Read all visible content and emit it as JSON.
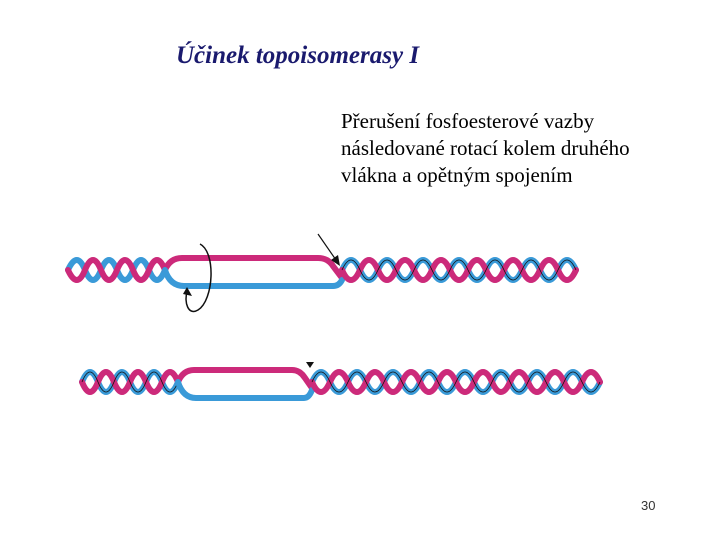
{
  "slide": {
    "title": "Účinek topoisomerasy I",
    "description_lines": [
      "Přerušení fosfoesterové vazby",
      "následované rotací kolem druhého",
      "vlákna a opětným spojením"
    ],
    "page_number": "30"
  },
  "colors": {
    "title": "#1a1a6e",
    "strand_magenta": "#cc2a7a",
    "strand_blue": "#3a9ad8",
    "outline": "#111111"
  },
  "icons": [
    "rotation-arrow-icon",
    "cut-site-arrow-icon",
    "rejoin-marker-icon"
  ]
}
